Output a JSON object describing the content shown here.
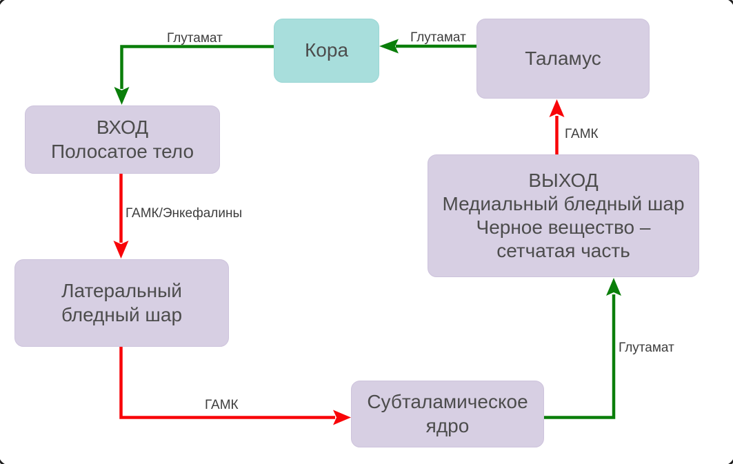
{
  "diagram": {
    "nodes": {
      "kora": {
        "lines": [
          "Кора"
        ],
        "fill": "#a8dedc"
      },
      "talamus": {
        "lines": [
          "Таламус"
        ],
        "fill": "#d7cfe3"
      },
      "vhod": {
        "lines": [
          "ВХОД",
          "Полосатое тело"
        ],
        "fill": "#d7cfe3"
      },
      "lateral": {
        "lines": [
          "Латеральный",
          "бледный шар"
        ],
        "fill": "#d7cfe3"
      },
      "subtalam": {
        "lines": [
          "Субталамическое",
          "ядро"
        ],
        "fill": "#d7cfe3"
      },
      "vyhod": {
        "lines": [
          "ВЫХОД",
          "Медиальный бледный шар",
          "Черное вещество –",
          "сетчатая часть"
        ],
        "fill": "#d7cfe3"
      }
    },
    "edges": [
      {
        "from": "talamus",
        "to": "kora",
        "label": "Глутамат",
        "color": "#0a7e0a"
      },
      {
        "from": "kora",
        "to": "vhod",
        "label": "Глутамат",
        "color": "#0a7e0a"
      },
      {
        "from": "vhod",
        "to": "lateral",
        "label": "ГАМК/Энкефалины",
        "color": "#f80408"
      },
      {
        "from": "lateral",
        "to": "subtalam",
        "label": "ГАМК",
        "color": "#f80408"
      },
      {
        "from": "subtalam",
        "to": "vyhod",
        "label": "Глутамат",
        "color": "#0a7e0a"
      },
      {
        "from": "vyhod",
        "to": "talamus",
        "label": "ГАМК",
        "color": "#f80408"
      }
    ],
    "colors": {
      "background": "#ffffff",
      "node_purple": "#d7cfe3",
      "node_teal": "#a8dedc",
      "arrow_green": "#0a7e0a",
      "arrow_red": "#f80408",
      "node_text": "#4c4c4c",
      "label_text": "#3d3d3d",
      "frame": "#1e1e1e"
    }
  }
}
